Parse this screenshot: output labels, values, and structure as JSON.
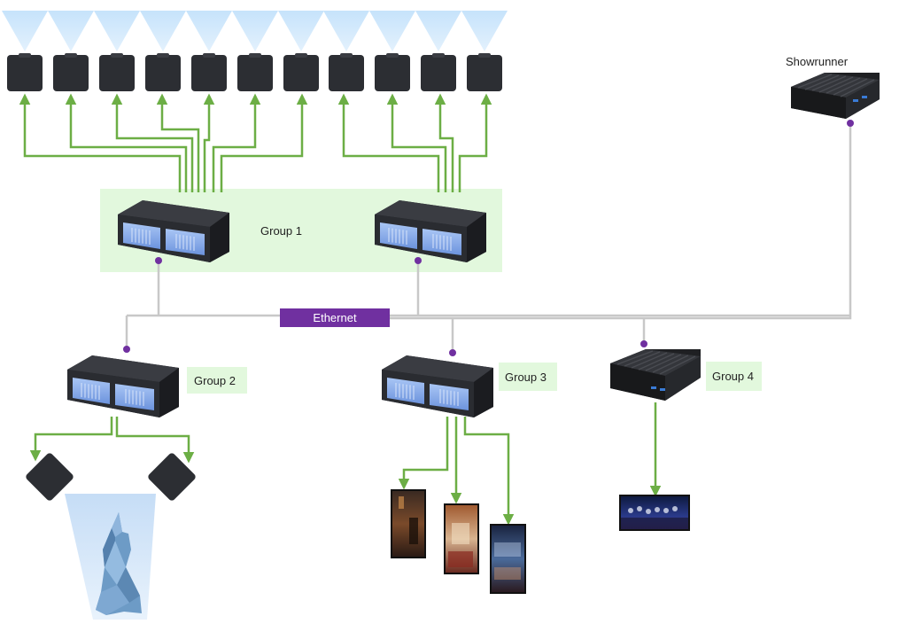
{
  "labels": {
    "group1": "Group 1",
    "group2": "Group 2",
    "group3": "Group 3",
    "group4": "Group 4",
    "showrunner": "Showrunner",
    "ethernet": "Ethernet"
  },
  "colors": {
    "green_line": "#6cae45",
    "gray_line": "#c8c8c8",
    "purple": "#7030a0",
    "group_fill": "#e2f8dd",
    "beam": "#cfe8fb",
    "device_dark": "#2b2d31",
    "panel_blue": "#7fa6e8"
  },
  "icons": {
    "projector": "projector-icon",
    "rack_server": "rack-server-icon",
    "fanless_pc": "fanless-pc-icon",
    "dog_sculpture": "dog-sculpture-icon",
    "screen": "display-screen-icon"
  }
}
